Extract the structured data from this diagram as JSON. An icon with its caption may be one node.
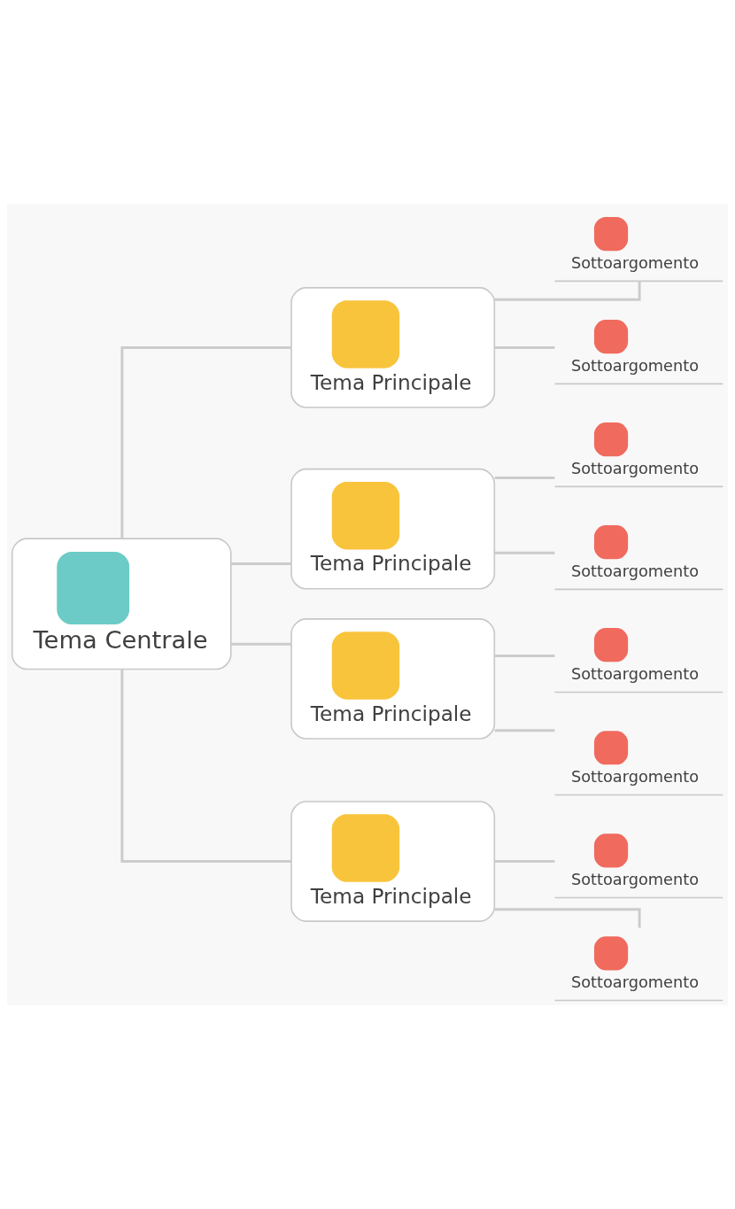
{
  "diagram": {
    "nodes": [
      {
        "text": [
          "Tema Centrale"
        ]
      },
      {
        "text": [
          "Tema Principale"
        ]
      },
      {
        "text": [
          "Sottoargomento"
        ]
      },
      {
        "text": [
          "Sottoargomento"
        ]
      },
      {
        "text": [
          "Tema Principale"
        ]
      },
      {
        "text": [
          "Sottoargomento"
        ]
      },
      {
        "text": [
          "Sottoargomento"
        ]
      },
      {
        "text": [
          "Tema Principale"
        ]
      },
      {
        "text": [
          "Sottoargomento"
        ]
      },
      {
        "text": [
          "Sottoargomento"
        ]
      },
      {
        "text": [
          "Tema Principale"
        ]
      },
      {
        "text": [
          "Sottoargomento"
        ]
      },
      {
        "text": [
          "Sottoargomento"
        ]
      }
    ],
    "edges": [
      {
        "from": 0,
        "to": 1,
        "arrow": "none"
      },
      {
        "from": 1,
        "to": 2,
        "arrow": "none"
      },
      {
        "from": 1,
        "to": 3,
        "arrow": "none"
      },
      {
        "from": 0,
        "to": 4,
        "arrow": "none"
      },
      {
        "from": 4,
        "to": 5,
        "arrow": "none"
      },
      {
        "from": 4,
        "to": 6,
        "arrow": "none"
      },
      {
        "from": 0,
        "to": 7,
        "arrow": "none"
      },
      {
        "from": 7,
        "to": 8,
        "arrow": "none"
      },
      {
        "from": 7,
        "to": 9,
        "arrow": "none"
      },
      {
        "from": 0,
        "to": 10,
        "arrow": "none"
      },
      {
        "from": 10,
        "to": 11,
        "arrow": "none"
      },
      {
        "from": 10,
        "to": 12,
        "arrow": "none"
      }
    ]
  }
}
